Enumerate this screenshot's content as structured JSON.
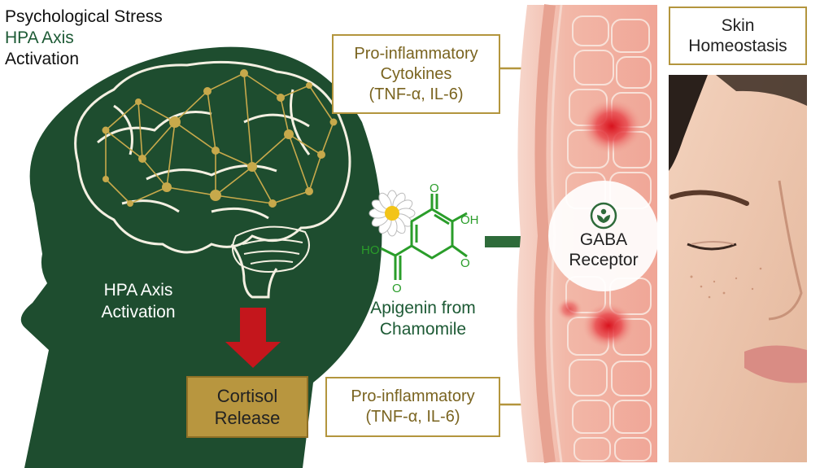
{
  "title": {
    "line1": "Psychological Stress",
    "line2": "HPA Axis",
    "line3": "Activation"
  },
  "head": {
    "hpa_line1": "HPA Axis",
    "hpa_line2": "Activation"
  },
  "cortisol": {
    "line1": "Cortisol",
    "line2": "Release"
  },
  "cytokines_top": {
    "line1": "Pro-inflammatory",
    "line2": "Cytokines",
    "line3": "(TNF-α, IL-6)"
  },
  "cytokines_bottom": {
    "line1": "Pro-inflammatory",
    "line2": "(TNF-α, IL-6)"
  },
  "molecule": {
    "atom_o_top": "O",
    "atom_oh_right": "OH",
    "atom_o_right": "O",
    "atom_ho_left": "HO",
    "atom_o_bottom": "O"
  },
  "apigenin": {
    "line1": "Apigenin from",
    "line2": "Chamomile"
  },
  "gaba": {
    "line1": "GABA",
    "line2": "Receptor"
  },
  "skin": {
    "line1": "Skin",
    "line2": "Homeostasis"
  },
  "colors": {
    "head_green": "#1e4d2f",
    "gold": "#b3953d",
    "arrow_red": "#c4161c",
    "arrow_green": "#2e6b3a",
    "molecule_green": "#2a9d2a"
  }
}
